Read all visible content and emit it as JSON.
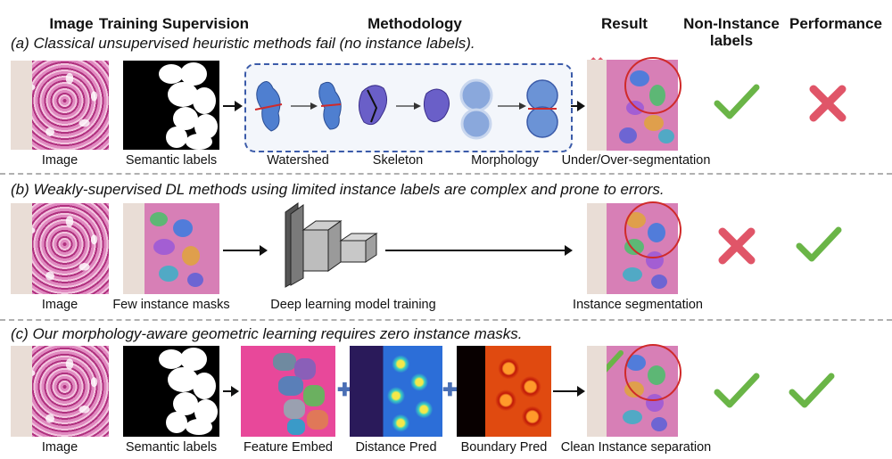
{
  "headers": {
    "image": "Image",
    "training_supervision": "Training Supervision",
    "methodology": "Methodology",
    "result": "Result",
    "non_instance_labels": "Non-Instance labels",
    "performance": "Performance"
  },
  "rows": [
    {
      "title": "(a)  Classical unsupervised heuristic methods fail (no instance labels).",
      "captions": {
        "image": "Image",
        "supervision": "Semantic labels",
        "watershed": "Watershed",
        "skeleton": "Skeleton",
        "morphology": "Morphology",
        "result": "Under/Over-segmentation"
      },
      "non_instance_labels": "check",
      "performance": "cross"
    },
    {
      "title": "(b)  Weakly-supervised DL methods using limited instance labels are complex and prone to errors.",
      "captions": {
        "image": "Image",
        "supervision": "Few instance masks",
        "method": "Deep learning model training",
        "result": "Instance segmentation"
      },
      "non_instance_labels": "cross",
      "performance": "check"
    },
    {
      "title": "(c)  Our morphology-aware geometric learning requires zero instance masks.",
      "captions": {
        "image": "Image",
        "supervision": "Semantic labels",
        "feature": "Feature Embed",
        "distance": "Distance Pred",
        "boundary": "Boundary Pred",
        "result": "Clean Instance separation"
      },
      "non_instance_labels": "check",
      "performance": "check"
    }
  ],
  "colors": {
    "check": "#6ab547",
    "cross": "#e05568",
    "warning": "#f2b622",
    "ring": "#d02a2a",
    "dashed_box": "#3b5ba9",
    "plus": "#4a6fb5"
  }
}
